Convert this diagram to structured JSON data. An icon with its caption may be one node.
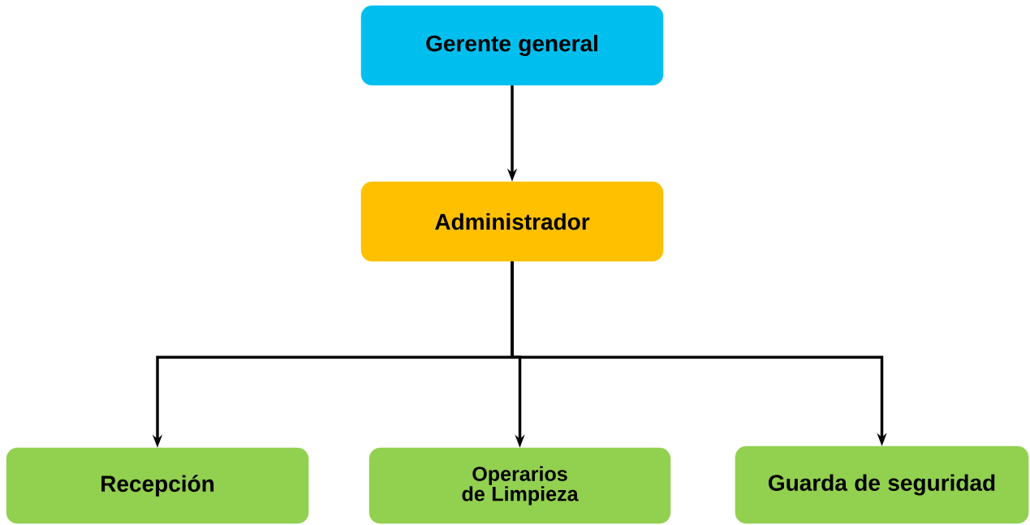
{
  "diagram": {
    "nodes": [
      {
        "text": [
          "Gerente general"
        ]
      },
      {
        "text": [
          "Administrador"
        ]
      },
      {
        "text": [
          "Recepción"
        ]
      },
      {
        "text": [
          "Operarios de Limpieza"
        ]
      },
      {
        "text": [
          "Guarda de seguridad"
        ]
      }
    ],
    "edges": [
      {
        "from": 0,
        "to": 1,
        "arrow": "to"
      },
      {
        "from": 1,
        "to": 2,
        "arrow": "to"
      },
      {
        "from": 1,
        "to": 3,
        "arrow": "to"
      },
      {
        "from": 1,
        "to": 4,
        "arrow": "to"
      }
    ]
  }
}
